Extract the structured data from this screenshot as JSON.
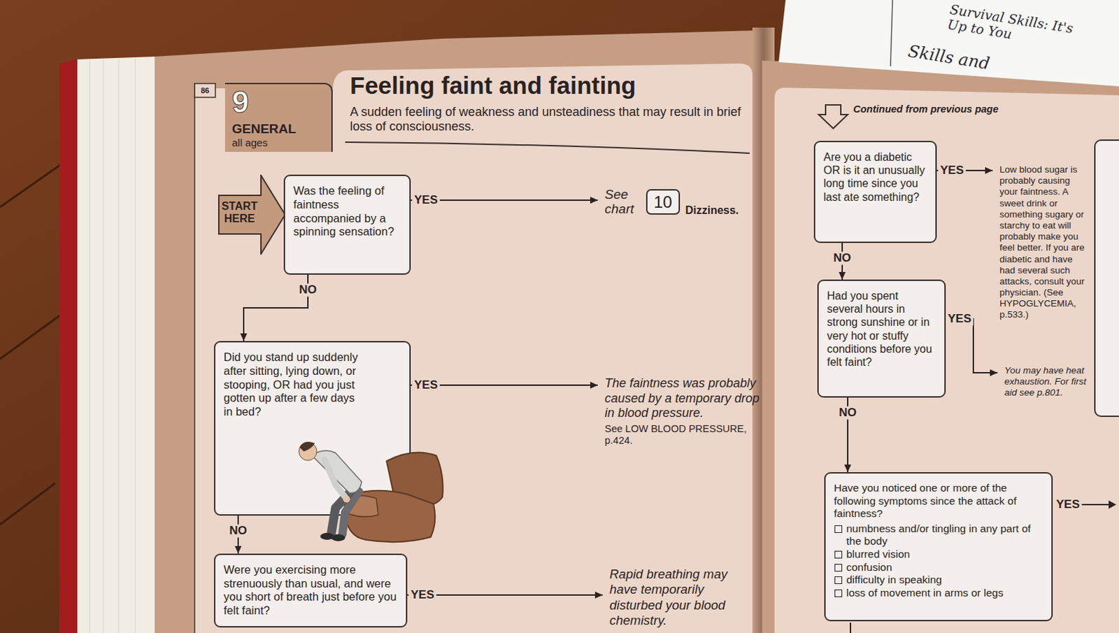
{
  "diagram": {
    "title": "Feeling faint and fainting",
    "caption": "A sudden feeling of weakness and unsteadiness that may result in brief loss of consciousness.",
    "nodes": [
      {
        "text": [
          "9",
          "GENERAL",
          "all ages"
        ]
      },
      {
        "text": [
          "START HERE"
        ]
      },
      {
        "text": [
          "Was the feeling of faintness accompanied by a spinning sensation?"
        ]
      },
      {
        "text": [
          "See chart",
          "Dizziness."
        ]
      },
      {
        "text": [
          "10"
        ],
        "in": 3
      },
      {
        "text": [
          "Did you stand up suddenly after sitting, lying down, or stooping, OR had you just gotten up after a few days in bed?"
        ]
      },
      {
        "text": [
          "The faintness was probably caused by a temporary drop in blood pressure.",
          "See LOW BLOOD PRESSURE, p.424."
        ]
      },
      {
        "text": [
          "Were you exercising more strenuously than usual, and were you short of breath just before you felt faint?"
        ]
      },
      {
        "text": [
          "Rapid breathing may have temporarily disturbed your blood chemistry."
        ]
      },
      {
        "text": [
          "Are you a diabetic OR is it an unusually long time since you last ate something?"
        ]
      },
      {
        "text": [
          "Low blood sugar is probably causing your faintness. A sweet drink or something sugary or starchy to eat will probably make you feel better. If you are diabetic and have had several such attacks, consult your physician. (See HYPOGLYCEMIA, p.533.)"
        ]
      },
      {
        "text": [
          "Had you spent several hours in strong sunshine or in very hot or stuffy conditions before you felt faint?"
        ]
      },
      {
        "text": [
          "You may have heat exhaustion. For first aid see p.801."
        ]
      },
      {
        "text": [
          "Have you noticed one or more of the following symptoms since the attack of faintness?",
          "numbness and/or tingling in any part of the body",
          "blurred vision",
          "confusion",
          "difficulty in speaking",
          "loss of movement in arms or legs"
        ]
      }
    ],
    "edges": [
      {
        "from": 2,
        "to": 3,
        "label": "YES",
        "arrow": "to"
      },
      {
        "from": 2,
        "to": 5,
        "label": "NO",
        "arrow": "to"
      },
      {
        "from": 5,
        "to": 6,
        "label": "YES",
        "arrow": "to"
      },
      {
        "from": 5,
        "to": 7,
        "label": "NO",
        "arrow": "to"
      },
      {
        "from": 7,
        "to": 8,
        "label": "YES",
        "arrow": "to"
      },
      {
        "from": 9,
        "to": 10,
        "label": "YES",
        "arrow": "to"
      },
      {
        "from": 9,
        "to": 11,
        "label": "NO",
        "arrow": "to"
      },
      {
        "from": 11,
        "to": 12,
        "label": "YES",
        "arrow": "to"
      },
      {
        "from": 11,
        "to": 13,
        "label": "NO",
        "arrow": "to"
      }
    ],
    "labels": [
      "86",
      "Continued from previous page",
      "YES",
      "Survival Skills: It's Up to You",
      "Skills and"
    ]
  }
}
